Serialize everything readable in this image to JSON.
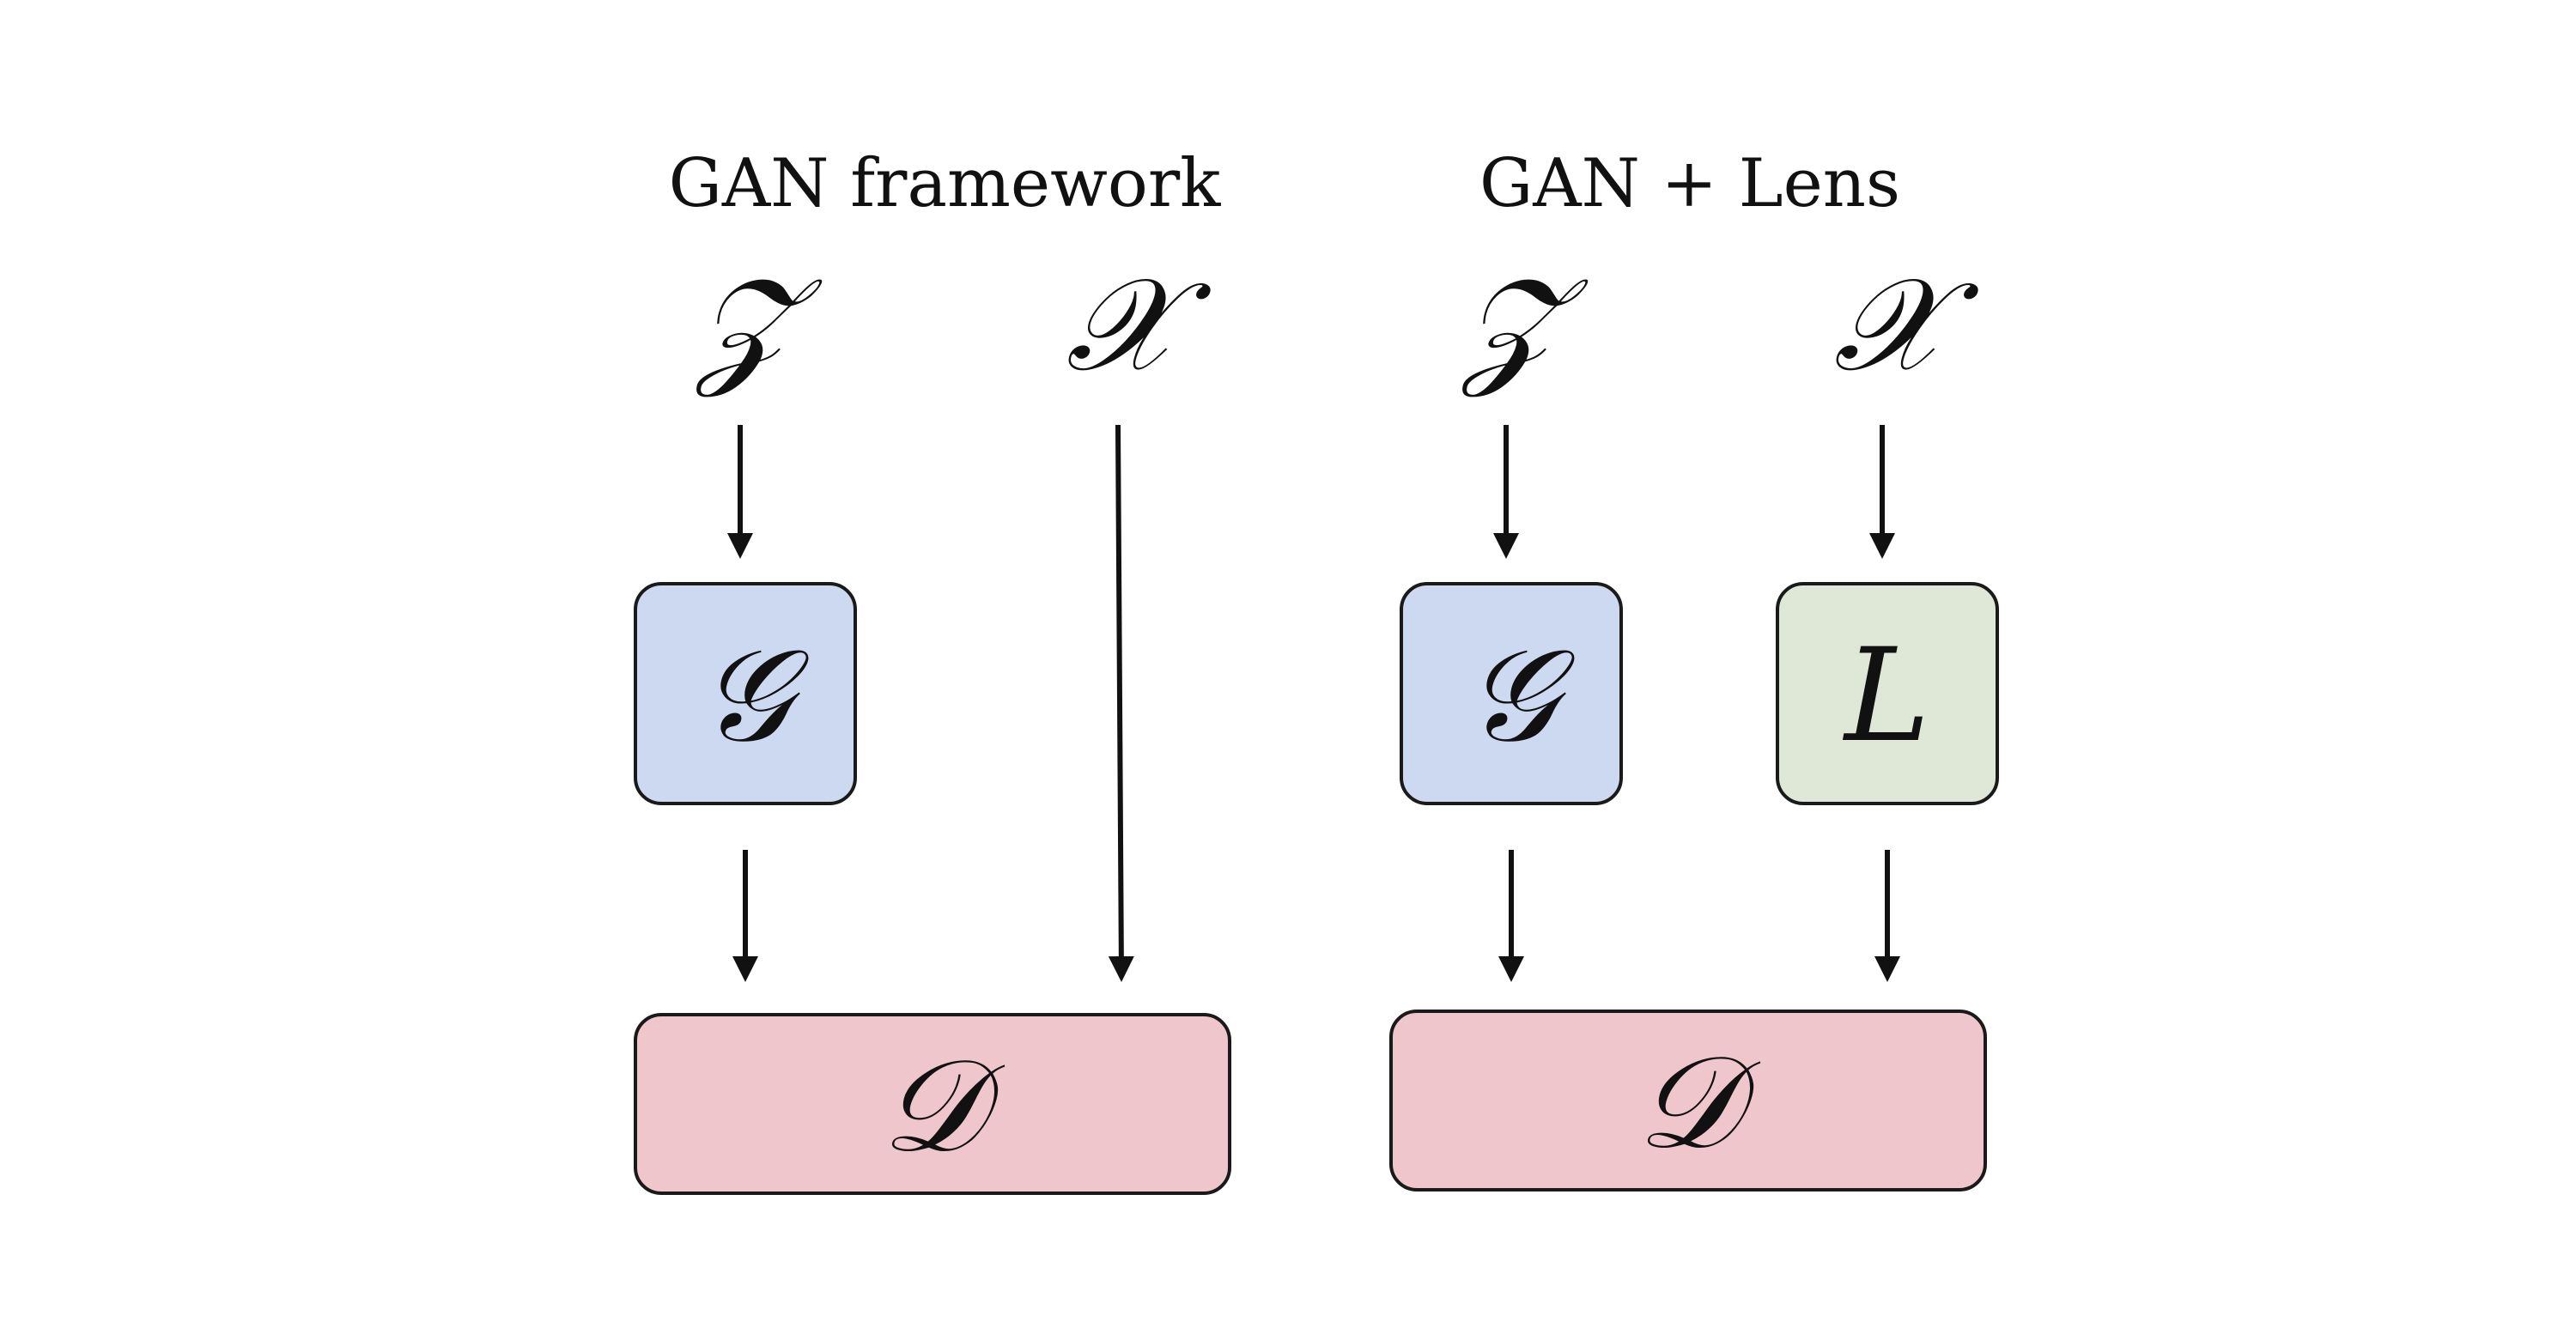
{
  "panels": [
    {
      "title": "GAN framework",
      "inputs": [
        "𝒵",
        "𝒳"
      ],
      "boxes": [
        "𝒢"
      ],
      "output": "𝒟"
    },
    {
      "title": "GAN + Lens",
      "inputs": [
        "𝒵",
        "𝒳"
      ],
      "boxes": [
        "𝒢",
        "L"
      ],
      "output": "𝒟"
    }
  ],
  "colors": {
    "generator_fill": "#ccd9f0",
    "lens_fill": "#dfe7d7",
    "discriminator_fill": "#eec6cb",
    "stroke": "#1a1a1a"
  }
}
